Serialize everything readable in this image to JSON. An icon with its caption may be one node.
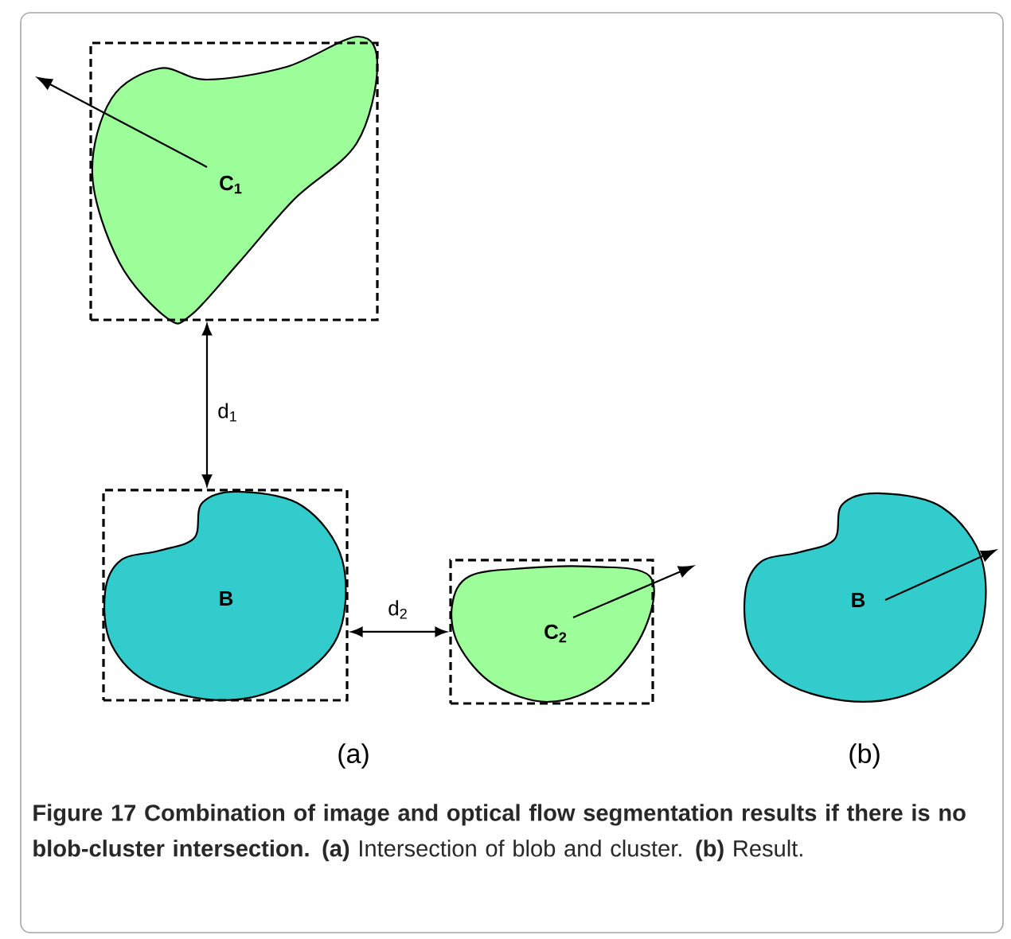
{
  "diagram": {
    "caption": "**Figure 17 Combination of image and optical flow segmentation results if there is no blob-cluster intersection. (a)** Intersection of blob and cluster. **(b)** Result.",
    "nodes": [
      {
        "text": [
          "C$_{1}$"
        ]
      },
      {
        "text": [
          "B"
        ]
      },
      {
        "text": [
          "C$_{2}$"
        ]
      },
      {
        "text": [
          "B"
        ]
      }
    ],
    "edges": [
      {
        "from": 0,
        "to": 1,
        "arrow": "both",
        "label": "d$_{1}$"
      },
      {
        "from": 1,
        "to": 2,
        "arrow": "both",
        "label": "d$_{2}$"
      }
    ],
    "labels": [
      "(a)",
      "(b)"
    ]
  }
}
